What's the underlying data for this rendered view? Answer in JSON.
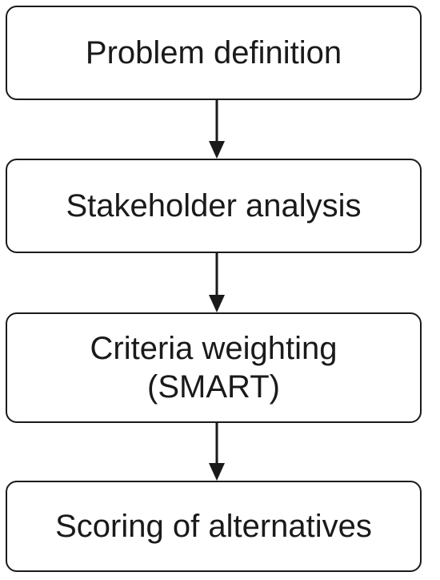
{
  "steps": [
    {
      "lines": [
        "Problem definition"
      ]
    },
    {
      "lines": [
        "Stakeholder analysis"
      ]
    },
    {
      "lines": [
        "Criteria weighting",
        "(SMART)"
      ]
    },
    {
      "lines": [
        "Scoring of alternatives"
      ]
    }
  ],
  "colors": {
    "stroke": "#1a1a1a",
    "background": "#ffffff"
  }
}
